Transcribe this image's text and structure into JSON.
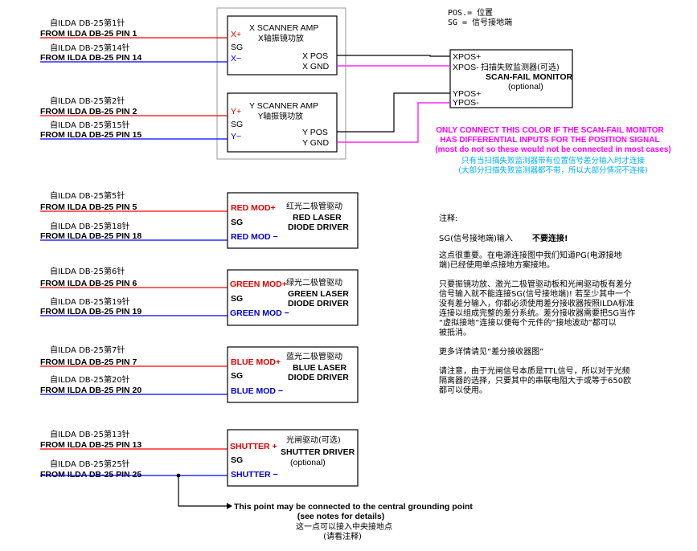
{
  "legend": {
    "pos": "POS.= 位置",
    "sg": "SG = 信号接地端"
  },
  "inputs": {
    "p1_cn": "自ILDA DB-25第1针",
    "p1_en": "FROM ILDA DB-25 PIN 1",
    "p14_cn": "自ILDA DB-25第14针",
    "p14_en": "FROM ILDA DB-25 PIN 14",
    "p2_cn": "自ILDA DB-25第2针",
    "p2_en": "FROM ILDA DB-25 PIN 2",
    "p15_cn": "自ILDA DB-25第15针",
    "p15_en": "FROM ILDA DB-25 PIN 15",
    "p5_cn": "自ILDA DB-25第5针",
    "p5_en": "FROM ILDA DB-25 PIN 5",
    "p18_cn": "自ILDA DB-25第18针",
    "p18_en": "FROM ILDA DB-25 PIN 18",
    "p6_cn": "自ILDA DB-25第6针",
    "p6_en": "FROM ILDA DB-25 PIN 6",
    "p19_cn": "自ILDA DB-25第19针",
    "p19_en": "FROM ILDA DB-25 PIN 19",
    "p7_cn": "自ILDA DB-25第7针",
    "p7_en": "FROM ILDA DB-25 PIN 7",
    "p20_cn": "自ILDA DB-25第20针",
    "p20_en": "FROM ILDA DB-25 PIN 20",
    "p13_cn": "自ILDA DB-25第13针",
    "p13_en": "FROM ILDA DB-25 PIN 13",
    "p25_cn": "自ILDA DB-25第25针",
    "p25_en": "FROM ILDA DB-25 PIN 25"
  },
  "x_amp": {
    "title": "X SCANNER AMP",
    "title_cn": "X轴振镜功放",
    "plus": "X+",
    "sg": "SG",
    "minus": "X−",
    "pos": "X POS",
    "gnd": "X GND"
  },
  "y_amp": {
    "title": "Y SCANNER AMP",
    "title_cn": "Y轴振镜功放",
    "plus": "Y+",
    "sg": "SG",
    "minus": "Y−",
    "pos": "Y POS",
    "gnd": "Y GND"
  },
  "monitor": {
    "xpos_plus": "XPOS+",
    "xpos_minus": "XPOS-",
    "title_cn": "扫描失败监测器(可选)",
    "title": "SCAN-FAIL MONITOR",
    "optional": "(optional)",
    "ypos_plus": "YPOS+",
    "ypos_minus": "YPOS-"
  },
  "warning": {
    "line1": "ONLY CONNECT THIS COLOR IF THE SCAN-FAIL MONITOR",
    "line2": "HAS DIFFERENTIAL INPUTS FOR THE POSITION SIGNAL",
    "line3": "(most do not so these would not be connected in most cases)",
    "cn1": "只有当扫描失败监测器带有位置信号差分输入时才连接",
    "cn2": "(大部分扫描失败监测器都不带，所以大部分情况不连接)"
  },
  "red_driver": {
    "plus": "RED MOD+",
    "sg": "SG",
    "minus": "RED MOD −",
    "cn": "红光二极管驱动",
    "line1": "RED LASER",
    "line2": "DIODE DRIVER"
  },
  "green_driver": {
    "plus": "GREEN MOD+",
    "sg": "SG",
    "minus": "GREEN MOD −",
    "cn": "绿光二极管驱动",
    "line1": "GREEN LASER",
    "line2": "DIODE DRIVER"
  },
  "blue_driver": {
    "plus": "BLUE MOD+",
    "sg": "SG",
    "minus": "BLUE MOD −",
    "cn": "蓝光二极管驱动",
    "line1": "BLUE LASER",
    "line2": "DIODE DRIVER"
  },
  "shutter_driver": {
    "plus": "SHUTTER +",
    "sg": "SG",
    "minus": "SHUTTER −",
    "cn": "光闸驱动(可选)",
    "line1": "SHUTTER DRIVER",
    "line2": "(optional)"
  },
  "ground_note": {
    "line1": "This point may be connected to the central grounding point",
    "line2": "(see notes for details)",
    "cn1": "这一点可以接入中央接地点",
    "cn2": "(请看注释)"
  },
  "notes": {
    "heading": "注释:",
    "n1_pre": "SG(信号接地端)输入",
    "n1_bold": "不要连接!",
    "n2": [
      "这点很重要。在电源连接图中我们知道PG(电源接地",
      "端)已经使用单点接地方案接地。"
    ],
    "n3": [
      "只要振镜功放、激光二极管驱动板和光闸驱动板有差分",
      "信号输入就不能连接SG(信号接地端)! 若至少其中一个",
      "没有差分输入，你都必须使用差分接收器按照ILDA标准",
      "连接以组成完整的差分系统。差分接收器需要把SG当作",
      "“虚拟接地”连接以便每个元件的“接地波动”都可以",
      "被抵消。"
    ],
    "n4": "更多详情请见“差分接收器图”",
    "n5": [
      "请注意，由于光闸信号本质是TTL信号，所以对于光频",
      "隔离器的选择，只要其中的串联电阻大于或等于650欧",
      "都可以使用。"
    ]
  },
  "colors": {
    "red": "#e00000",
    "blue": "#0000cc",
    "magenta": "#ff00ff",
    "cyan": "#00b0f0",
    "wire_red": "#ff0000",
    "wire_blue": "#0000ff"
  }
}
